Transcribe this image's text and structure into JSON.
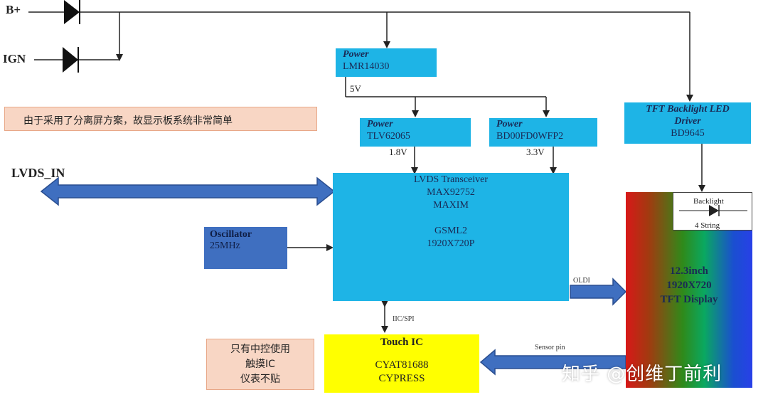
{
  "inputs": {
    "bplus": "B+",
    "ign": "IGN",
    "lvds_in": "LVDS_IN"
  },
  "power_lmr": {
    "title": "Power",
    "part": "LMR14030",
    "output": "5V"
  },
  "power_tlv": {
    "title": "Power",
    "part": "TLV62065",
    "output": "1.8V"
  },
  "power_bd": {
    "title": "Power",
    "part": "BD00FD0WFP2",
    "output": "3.3V"
  },
  "backlight_driver": {
    "title_line1": "TFT Backlight LED",
    "title_line2": "Driver",
    "part": "BD9645"
  },
  "note_top": "由于采用了分离屏方案，故显示板系统非常简单",
  "lvds": {
    "line1": "LVDS Transceiver",
    "line2": "MAX92752",
    "line3": "MAXIM",
    "line4": "GSML2",
    "line5": "1920X720P"
  },
  "oscillator": {
    "title": "Oscillator",
    "freq": "25MHz"
  },
  "oldi_label": "OLDI",
  "iic_label": "IIC/SPI",
  "sensor_label": "Sensor pin",
  "touch": {
    "title": "Touch IC",
    "part": "CYAT81688",
    "vendor": "CYPRESS"
  },
  "display": {
    "line1": "12.3inch",
    "line2": "1920X720",
    "line3": "TFT Display",
    "backlight": "Backlight",
    "strings": "4 String"
  },
  "note_bottom": {
    "line1": "只有中控使用",
    "line2": "触摸IC",
    "line3": "仪表不贴"
  },
  "watermark": "知乎 @创维丁前利",
  "colors": {
    "box_blue": "#1eb4e6",
    "arrow_blue": "#3f6fc0",
    "touch_yellow": "#ffff00",
    "note_bg": "#f8d6c4"
  }
}
